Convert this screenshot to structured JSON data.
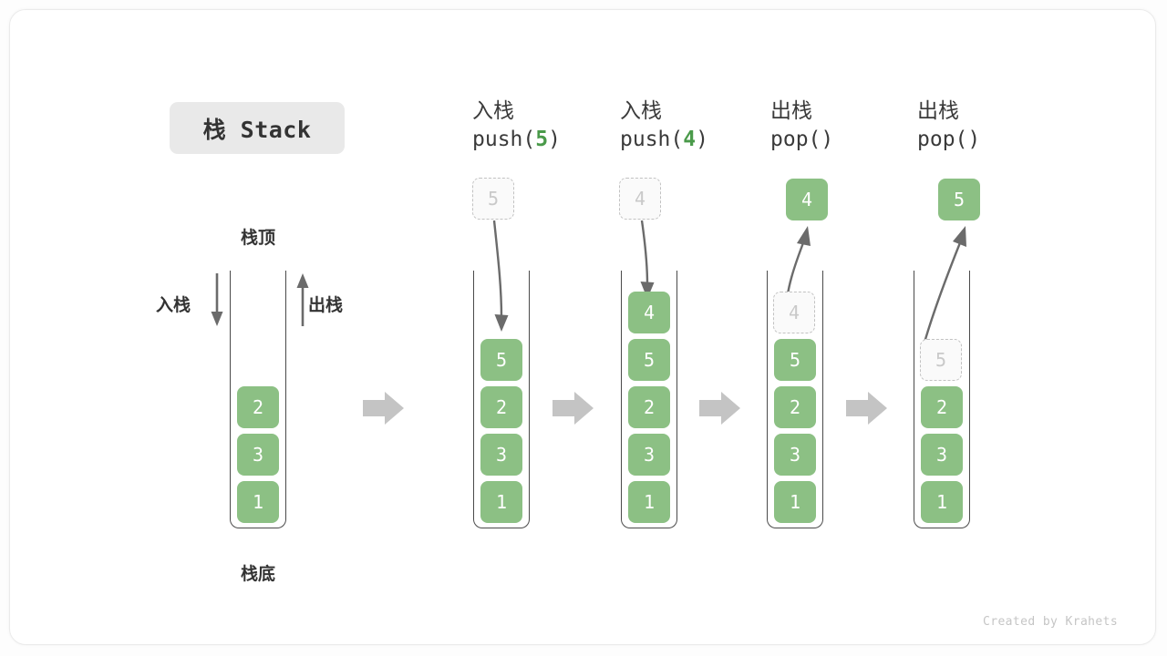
{
  "diagram": {
    "title_badge": "栈 Stack",
    "credit": "Created by Krahets",
    "colors": {
      "element_green": "#8cc084",
      "ghost_fill": "#fafafa",
      "ghost_border": "#c2c2c2",
      "tube_stroke": "#4a4a4a",
      "arrow_gray": "#666666",
      "chevron_gray": "#c4c4c4",
      "badge_bg": "#e9e9e9",
      "text_dark": "#333333",
      "code_number": "#4a9a4a"
    },
    "first_stack": {
      "top_label": "栈顶",
      "bottom_label": "栈底",
      "push_label": "入栈",
      "pop_label": "出栈",
      "elements": [
        "2",
        "3",
        "1"
      ]
    },
    "steps": [
      {
        "id": "push-5",
        "head_cn": "入栈",
        "head_code_prefix": "push(",
        "head_code_num": "5",
        "head_code_suffix": ")",
        "operation": "push",
        "ghost_value": "5",
        "ghost_position": "above-stack",
        "elements": [
          "5",
          "2",
          "3",
          "1"
        ]
      },
      {
        "id": "push-4",
        "head_cn": "入栈",
        "head_code_prefix": "push(",
        "head_code_num": "4",
        "head_code_suffix": ")",
        "operation": "push",
        "ghost_value": "4",
        "ghost_position": "above-stack",
        "elements": [
          "4",
          "5",
          "2",
          "3",
          "1"
        ]
      },
      {
        "id": "pop-1",
        "head_cn": "出栈",
        "head_code_prefix": "pop(",
        "head_code_num": "",
        "head_code_suffix": ")",
        "operation": "pop",
        "popped_value": "4",
        "ghost_value": "4",
        "ghost_position": "in-stack-top",
        "elements": [
          "5",
          "2",
          "3",
          "1"
        ]
      },
      {
        "id": "pop-2",
        "head_cn": "出栈",
        "head_code_prefix": "pop(",
        "head_code_num": "",
        "head_code_suffix": ")",
        "operation": "pop",
        "popped_value": "5",
        "ghost_value": "5",
        "ghost_position": "in-stack-top",
        "elements": [
          "2",
          "3",
          "1"
        ]
      }
    ]
  }
}
